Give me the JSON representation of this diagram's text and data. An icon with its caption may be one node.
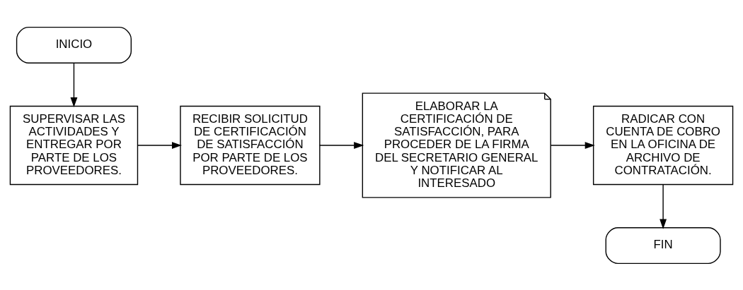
{
  "diagram": {
    "nodes": [
      {
        "text": [
          "INICIO"
        ]
      },
      {
        "text": [
          "SUPERVISAR LAS ACTIVIDADES Y ENTREGAR POR PARTE DE LOS PROVEEDORES."
        ]
      },
      {
        "text": [
          "RECIBIR SOLICITUD DE CERTIFICACIÓN DE SATISFACCIÓN POR PARTE DE LOS PROVEEDORES."
        ]
      },
      {
        "text": [
          "ELABORAR LA CERTIFICACIÓN DE SATISFACCIÓN, PARA PROCEDER DE LA FIRMA DEL SECRETARIO GENERAL Y NOTIFICAR AL INTERESADO"
        ]
      },
      {
        "text": [
          "RADICAR CON CUENTA DE COBRO EN LA OFICINA DE ARCHIVO DE CONTRATACIÓN."
        ]
      },
      {
        "text": [
          "FIN"
        ]
      }
    ],
    "edges": [
      {
        "from": 0,
        "to": 1,
        "arrow": "to"
      },
      {
        "from": 1,
        "to": 2,
        "arrow": "to"
      },
      {
        "from": 2,
        "to": 3,
        "arrow": "to"
      },
      {
        "from": 3,
        "to": 4,
        "arrow": "to"
      },
      {
        "from": 4,
        "to": 5,
        "arrow": "to"
      }
    ]
  }
}
